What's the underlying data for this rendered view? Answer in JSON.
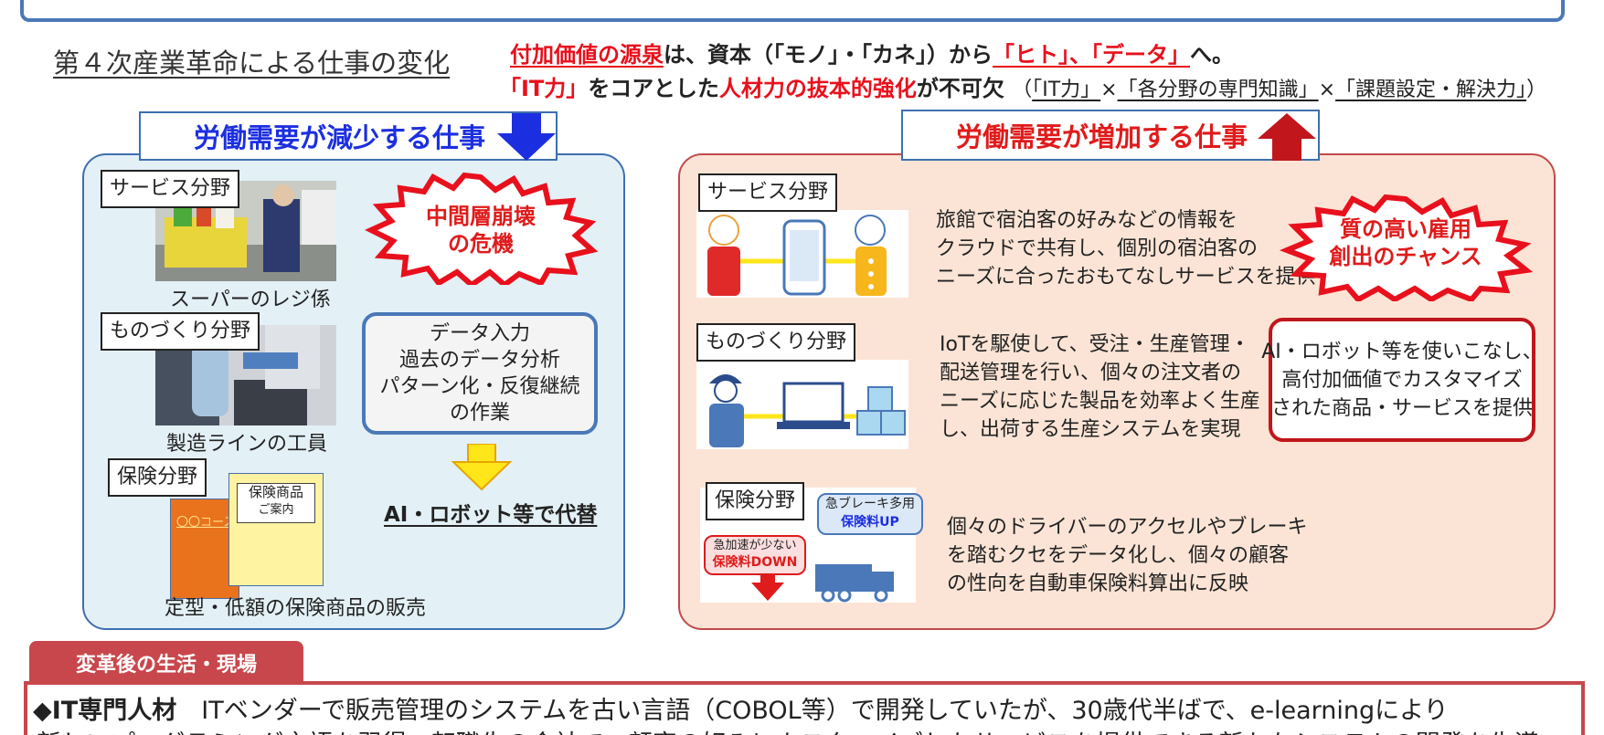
{
  "main_title": "第４次産業革命による仕事の変化",
  "headline1": {
    "a": "付加価値の源泉",
    "b": "は、資本（「モノ」・「カネ」）から",
    "c": "「ヒト」、「データ」",
    "d": "へ。"
  },
  "headline2": {
    "a": "「IT力」",
    "b": "をコアとした",
    "c": "人材力の抜本的強化",
    "d": "が不可欠",
    "e_open": "（",
    "e1": "「IT力」",
    "e_x1": "×",
    "e2": "「各分野の専門知識」",
    "e_x2": "×",
    "e3": "「課題設定・解決力」",
    "e_close": "）"
  },
  "left": {
    "header": "労働需要が減少する仕事",
    "service_tag": "サービス分野",
    "service_caption": "スーパーのレジ係",
    "mfg_tag": "ものづくり分野",
    "mfg_caption": "製造ラインの工員",
    "ins_tag": "保険分野",
    "ins_caption": "定型・低額の保険商品の販売",
    "ins_card_course": "〇〇コース",
    "ins_card_title1": "保険商品",
    "ins_card_title2": "ご案内",
    "burst_line1": "中間層崩壊",
    "burst_line2": "の危機",
    "task_lines": [
      "データ入力",
      "過去のデータ分析",
      "パターン化・反復継続",
      "の作業"
    ],
    "replace": "AI・ロボット等で代替"
  },
  "right": {
    "header": "労働需要が増加する仕事",
    "service_tag": "サービス分野",
    "service_desc": [
      "旅館で宿泊客の好みなどの情報を",
      "クラウドで共有し、個別の宿泊客の",
      "ニーズに合ったおもてなしサービスを提供"
    ],
    "mfg_tag": "ものづくり分野",
    "mfg_desc": [
      "IoTを駆使して、受注・生産管理・",
      "配送管理を行い、個々の注文者の",
      "ニーズに応じた製品を効率よく生産",
      "し、出荷する生産システムを実現"
    ],
    "ins_tag": "保険分野",
    "ins_desc": [
      "個々のドライバーのアクセルやブレーキ",
      "を踏むクセをデータ化し、個々の顧客",
      "の性向を自動車保険料算出に反映"
    ],
    "ins_bubble_up1": "急ブレーキ多用",
    "ins_bubble_up2": "保険料UP",
    "ins_bubble_down1": "急加速が少ない",
    "ins_bubble_down2": "保険料DOWN",
    "burst_line1": "質の高い雇用",
    "burst_line2": "創出のチャンス",
    "hv_lines": [
      "AI・ロボット等を使いこなし、",
      "高付加価値でカスタマイズ",
      "された商品・サービスを提供"
    ]
  },
  "bottom": {
    "tab": "変革後の生活・現場",
    "line1_bold": "◆IT専門人材",
    "line1_rest": "　ITベンダーで販売管理のシステムを古い言語（COBOL等）で開発していたが、30歳代半ばで、e-learningにより",
    "line2": "新しいプログラミング言語を習得。転職先の会社で、顧客の好みにカスタマイズしたサービスを提供できる新たなシステムの開発を先導"
  },
  "colors": {
    "blue_accent": "#1c2fe0",
    "red_accent": "#e8101c",
    "left_panel_bg": "#e3f0f6",
    "right_panel_bg": "#fbe4d5"
  }
}
